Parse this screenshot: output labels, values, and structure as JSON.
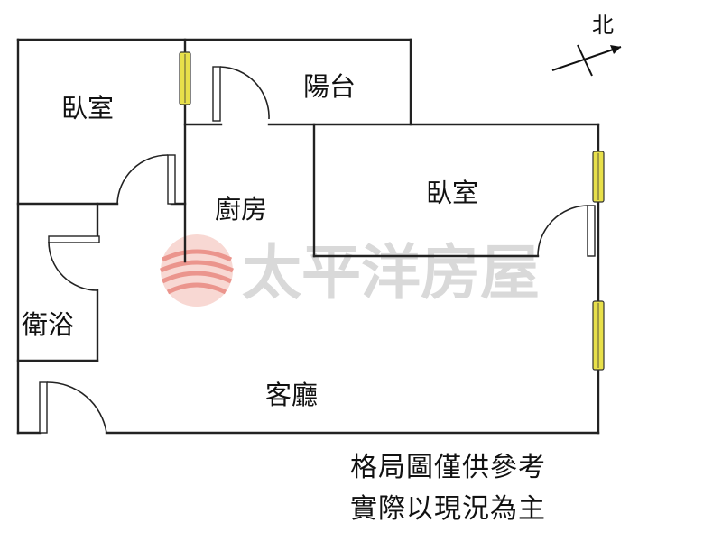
{
  "compass": {
    "label": "北"
  },
  "rooms": {
    "bedroom_1": "臥室",
    "balcony": "陽台",
    "kitchen": "廚房",
    "bedroom_2": "臥室",
    "bathroom": "衛浴",
    "living_room": "客廳"
  },
  "watermark": {
    "text": "太平洋房屋"
  },
  "note": {
    "line1": "格局圖僅供參考",
    "line2": "實際以現況為主"
  },
  "colors": {
    "wall": "#222222",
    "window": "#e8e04a",
    "watermark_text": "#d9d9d9",
    "logo": "#e8837a"
  }
}
